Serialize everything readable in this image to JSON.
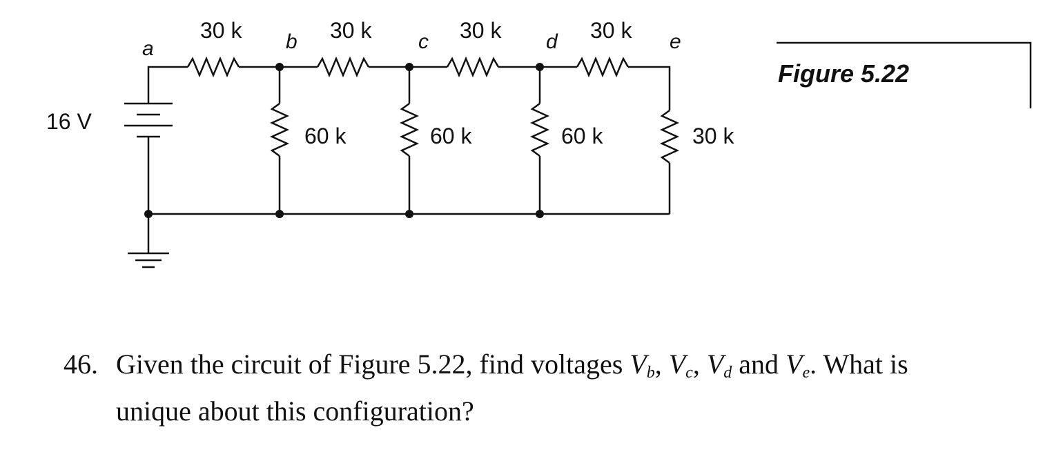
{
  "circuit": {
    "source_label": "16 V",
    "series_resistors": [
      "30 k",
      "30 k",
      "30 k",
      "30 k"
    ],
    "shunt_resistors": [
      "60 k",
      "60 k",
      "60 k",
      "30 k"
    ],
    "nodes": [
      "a",
      "b",
      "c",
      "d",
      "e"
    ]
  },
  "figure": {
    "title": "Figure 5.22"
  },
  "problem": {
    "number": "46.",
    "text_part1": "Given the circuit of Figure 5.22, find voltages",
    "V": "V",
    "sub_b": "b",
    "sep1": ",",
    "sub_c": "c",
    "sep2": ",",
    "sub_d": "d",
    "and_word": "and",
    "sub_e": "e",
    "text_part2": ". What is",
    "text_line2": "unique about this configuration?"
  }
}
